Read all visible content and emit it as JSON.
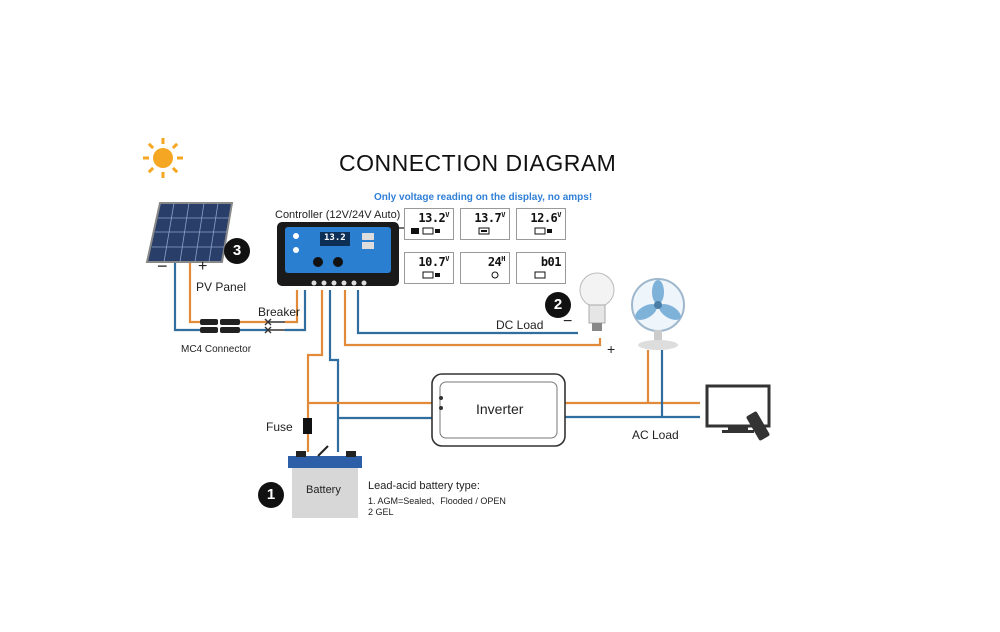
{
  "diagram": {
    "title": "CONNECTION DIAGRAM",
    "subtitle": "Only voltage reading on the display, no amps!",
    "controller_label": "Controller (12V/24V Auto)",
    "controller_screen": "13.2",
    "pv_panel_label": "PV Panel",
    "panel_minus": "−",
    "panel_plus": "+",
    "mc4_label": "MC4 Connector",
    "breaker_label": "Breaker",
    "fuse_label": "Fuse",
    "battery_label": "Battery",
    "battery_type": {
      "heading": "Lead-acid battery type:",
      "line1": "1. AGM=Sealed、Flooded / OPEN",
      "line2": "2  GEL"
    },
    "dc_load_label": "DC Load",
    "dc_minus": "−",
    "dc_plus": "+",
    "inverter_label": "Inverter",
    "ac_load_label": "AC Load",
    "steps": {
      "one": "1",
      "two": "2",
      "three": "3"
    },
    "displays": [
      {
        "value": "13.2",
        "unit": "V"
      },
      {
        "value": "13.7",
        "unit": "V"
      },
      {
        "value": "12.6",
        "unit": "V"
      },
      {
        "value": "10.7",
        "unit": "V"
      },
      {
        "value": "24",
        "unit": "H"
      },
      {
        "value": "b01",
        "unit": ""
      }
    ],
    "colors": {
      "positive_wire": "#e08a3a",
      "negative_wire": "#2f6e9e",
      "controller_body": "#1a1a1a",
      "controller_panel": "#2a7fd0",
      "sun": "#f5a623",
      "subtitle": "#2f7fd6"
    }
  }
}
